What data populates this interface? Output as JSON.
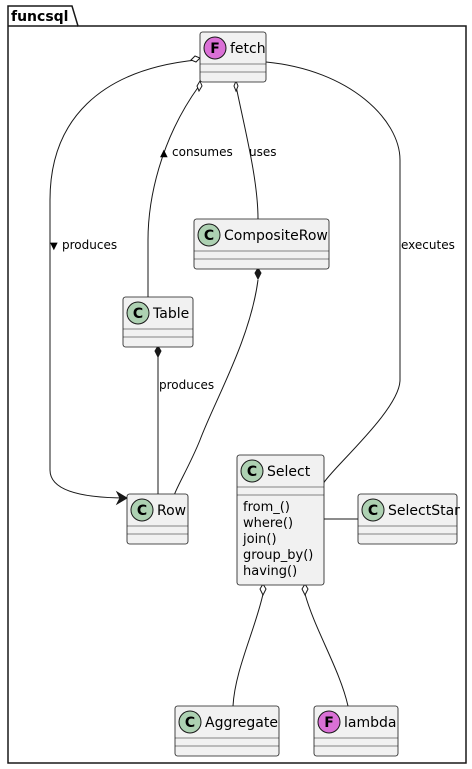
{
  "package": {
    "name": "funcsql"
  },
  "colors": {
    "class_fill": "#F1F1F1",
    "stroke": "#181818",
    "class_badge": "#ADD1B2",
    "function_badge": "#DA70D6",
    "package_fill": "#FFFFFF"
  },
  "nodes": {
    "fetch": {
      "name": "fetch",
      "badge": "F",
      "methods": []
    },
    "composite_row": {
      "name": "CompositeRow",
      "badge": "C",
      "methods": []
    },
    "table": {
      "name": "Table",
      "badge": "C",
      "methods": []
    },
    "row": {
      "name": "Row",
      "badge": "C",
      "methods": []
    },
    "select": {
      "name": "Select",
      "badge": "C",
      "methods": [
        "from_()",
        "where()",
        "join()",
        "group_by()",
        "having()"
      ]
    },
    "select_star": {
      "name": "SelectStar",
      "badge": "C",
      "methods": []
    },
    "aggregate": {
      "name": "Aggregate",
      "badge": "C",
      "methods": []
    },
    "lambda": {
      "name": "lambda",
      "badge": "F",
      "methods": []
    }
  },
  "edges": {
    "fetch_row": {
      "label": "produces",
      "arrow": "▼"
    },
    "fetch_table": {
      "label": "consumes",
      "arrow": "▲"
    },
    "fetch_composite": {
      "label": "uses",
      "arrow": ""
    },
    "fetch_select": {
      "label": "executes",
      "arrow": ""
    },
    "table_row": {
      "label": "produces",
      "arrow": ""
    }
  }
}
